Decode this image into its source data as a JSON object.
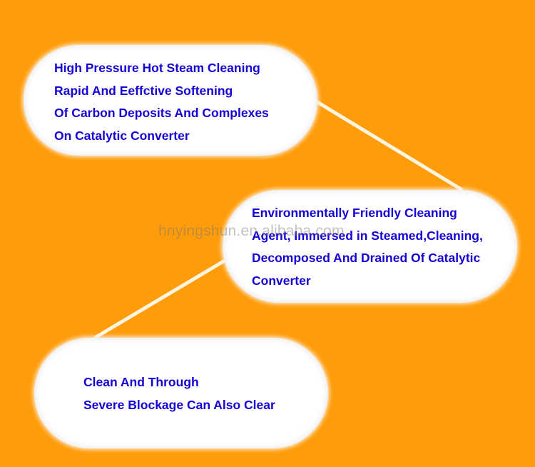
{
  "background_color": "#FF9C0A",
  "text_color": "#1400D6",
  "bubbles": [
    {
      "lines": [
        "High Pressure Hot Steam Cleaning",
        "Rapid And Eeffctive Softening",
        "Of Carbon Deposits And Complexes",
        "On Catalytic Converter"
      ]
    },
    {
      "lines": [
        "Environmentally Friendly Cleaning",
        "Agent, Immersed in Steamed,Cleaning,",
        "Decomposed And Drained Of Catalytic",
        "Converter"
      ]
    },
    {
      "lines": [
        "Clean And Through",
        "Severe Blockage Can Also Clear"
      ]
    }
  ],
  "watermark": "hnyingshun.en.alibaba.com"
}
